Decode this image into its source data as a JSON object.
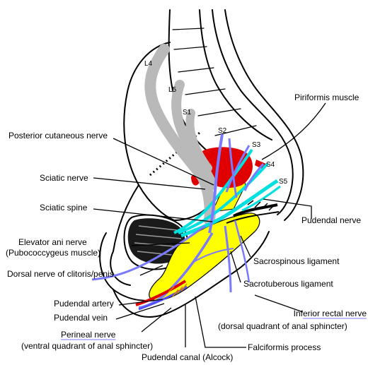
{
  "colors": {
    "nerve_gray": "#b9b9b9",
    "nerve_blue": "#7a7aff",
    "nerve_cyan": "#00e0e0",
    "canal_yellow": "#ffff00",
    "muscle_red": "#e00000",
    "ink": "#000000",
    "link_underline": "#7a7aff"
  },
  "vertebrae": {
    "l4": "L4",
    "l5": "L5",
    "s1": "S1",
    "s2": "S2",
    "s3": "S3",
    "s4": "S4",
    "s5": "S5"
  },
  "labels": {
    "piriformis_muscle": "Piriformis muscle",
    "posterior_cutaneous_nerve": "Posterior cutaneous nerve",
    "sciatic_nerve": "Sciatic nerve",
    "sciatic_spine": "Sciatic spine",
    "pudendal_nerve": "Pudendal nerve",
    "elevator_ani_nerve": "Elevator ani nerve",
    "pubococcygeus_muscle": "(Pubococcygeus muscle)",
    "sacrospinous_ligament": "Sacrospinous ligament",
    "dorsal_nerve": "Dorsal nerve of clitoris/penis",
    "sacrotuberous_ligament": "Sacrotuberous ligament",
    "pudendal_artery": "Pudendal artery",
    "inferior_rectal_nerve": "Inferior rectal nerve",
    "pudendal_vein": "Pudendal vein",
    "dorsal_quadrant": "(dorsal quadrant of anal sphincter)",
    "perineal_nerve": "Perineal nerve",
    "ventral_quadrant": "(ventral quadrant of anal sphincter)",
    "falciformis_process": "Falciformis process",
    "pudendal_canal": "Pudendal canal (Alcock)"
  }
}
